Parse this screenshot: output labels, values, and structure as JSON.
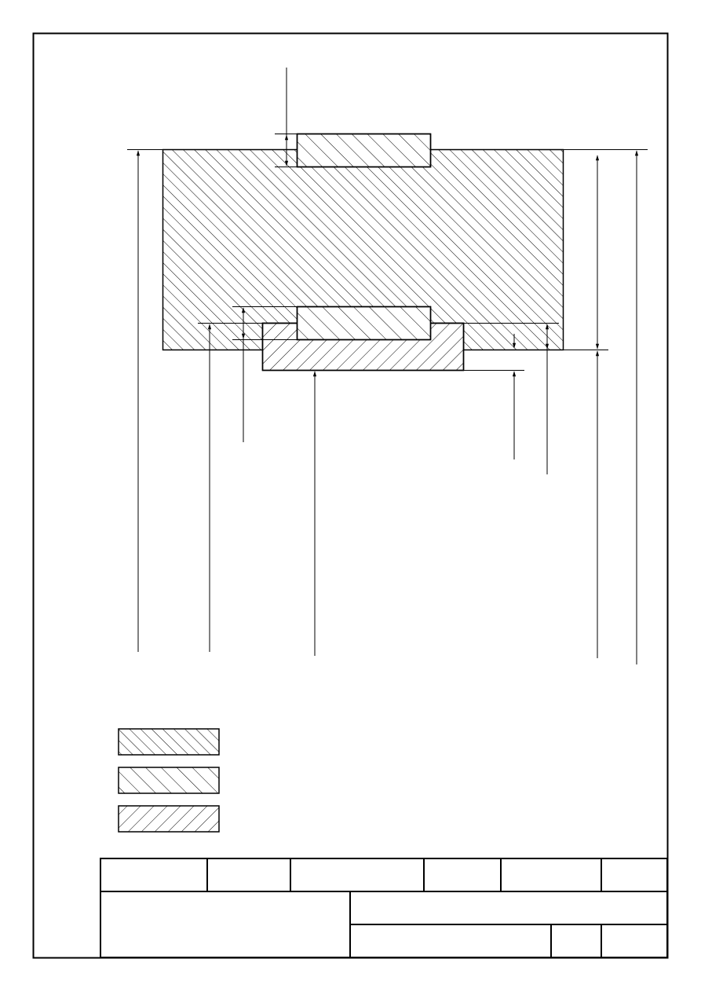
{
  "drawing": {
    "kind": "technical-section-drawing",
    "colors": {
      "line": "#000000",
      "background": "#ffffff"
    },
    "hatch_patterns": [
      "forward-hatch-dense",
      "forward-hatch-sparse",
      "backward-hatch"
    ],
    "legend": {
      "items": [
        {
          "pattern": "forward-hatch-dense"
        },
        {
          "pattern": "forward-hatch-sparse"
        },
        {
          "pattern": "backward-hatch"
        }
      ]
    },
    "title_block": {
      "rows": 3,
      "cells_text": []
    }
  }
}
